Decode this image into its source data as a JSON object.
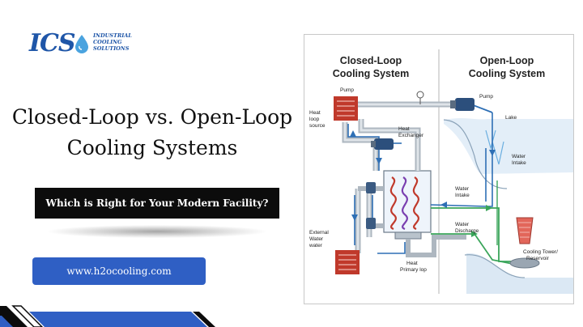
{
  "logo": {
    "mark": "ICS",
    "line1": "INDUSTRIAL",
    "line2": "COOLING",
    "line3": "SOLUTIONS",
    "icon": "water-drop-icon"
  },
  "headline": {
    "line1": "Closed-Loop vs. Open-Loop",
    "line2": "Cooling Systems"
  },
  "subtitle": "Which is Right for Your Modern Facility?",
  "website": "www.h2ocooling.com",
  "diagram": {
    "closed_title_1": "Closed-Loop",
    "closed_title_2": "Cooling System",
    "open_title_1": "Open-Loop",
    "open_title_2": "Cooling System",
    "labels": {
      "pump_left": "Pump",
      "pump_right": "Pump",
      "heat_loop_1": "Heat",
      "heat_loop_2": "loop",
      "heat_loop_3": "source",
      "heat_exchanger_1": "Heat",
      "heat_exchanger_2": "Exchanger",
      "lake": "Lake",
      "water_intake_open_1": "Water",
      "water_intake_open_2": "Intake",
      "water_intake_mid_1": "Water",
      "water_intake_mid_2": "Intake",
      "water_discharge_1": "Water",
      "water_discharge_2": "Discharge",
      "external_water_1": "External",
      "external_water_2": "Water",
      "external_water_3": "water",
      "heat_primary_1": "Heat",
      "heat_primary_2": "Primary lop",
      "cooling_tower_1": "Cooling Tower/",
      "cooling_tower_2": "Reservoir"
    }
  },
  "colors": {
    "brand_blue": "#1f56a8",
    "button_blue": "#2f5fc4",
    "pipe_blue": "#2e6fb5",
    "pipe_green": "#3aa55a",
    "heat_red": "#c0392b"
  }
}
